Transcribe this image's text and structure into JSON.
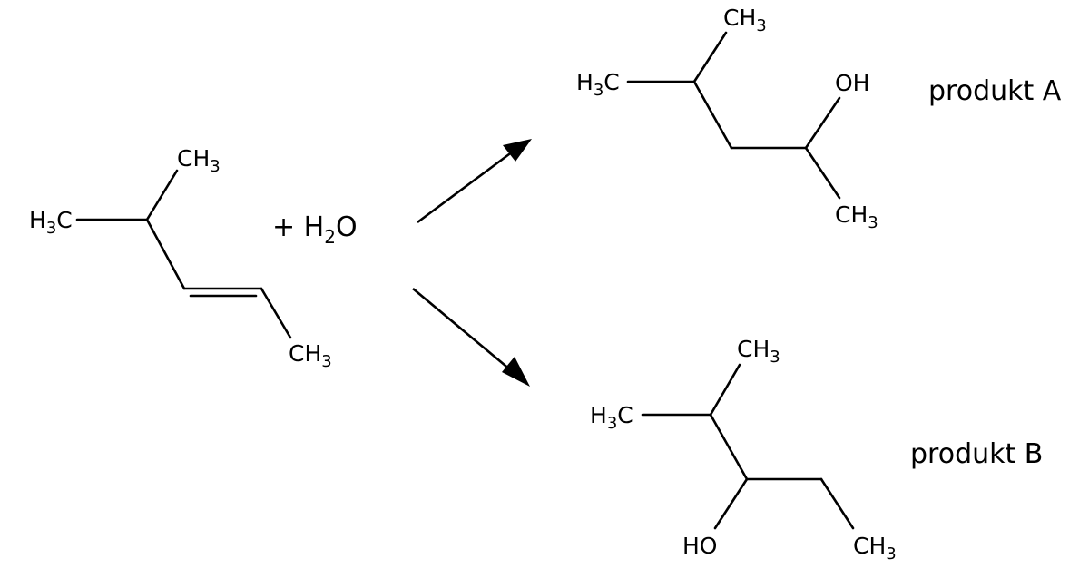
{
  "reactant": {
    "groups": {
      "ch3_top": {
        "main": "CH",
        "sub": "3"
      },
      "h3c_left": {
        "pre": "H",
        "sub": "3",
        "post": "C"
      },
      "ch3_bottom": {
        "main": "CH",
        "sub": "3"
      }
    }
  },
  "reagent": {
    "plus": "+ H",
    "sub": "2",
    "post": "O"
  },
  "product_a": {
    "label": "produkt A",
    "groups": {
      "ch3_top": {
        "main": "CH",
        "sub": "3"
      },
      "h3c_left": {
        "pre": "H",
        "sub": "3",
        "post": "C"
      },
      "oh": {
        "main": "OH"
      },
      "ch3_bottom": {
        "main": "CH",
        "sub": "3"
      }
    }
  },
  "product_b": {
    "label": "produkt B",
    "groups": {
      "ch3_top": {
        "main": "CH",
        "sub": "3"
      },
      "h3c_left": {
        "pre": "H",
        "sub": "3",
        "post": "C"
      },
      "ho": {
        "main": "HO"
      },
      "ch3_bottom": {
        "main": "CH",
        "sub": "3"
      }
    }
  }
}
